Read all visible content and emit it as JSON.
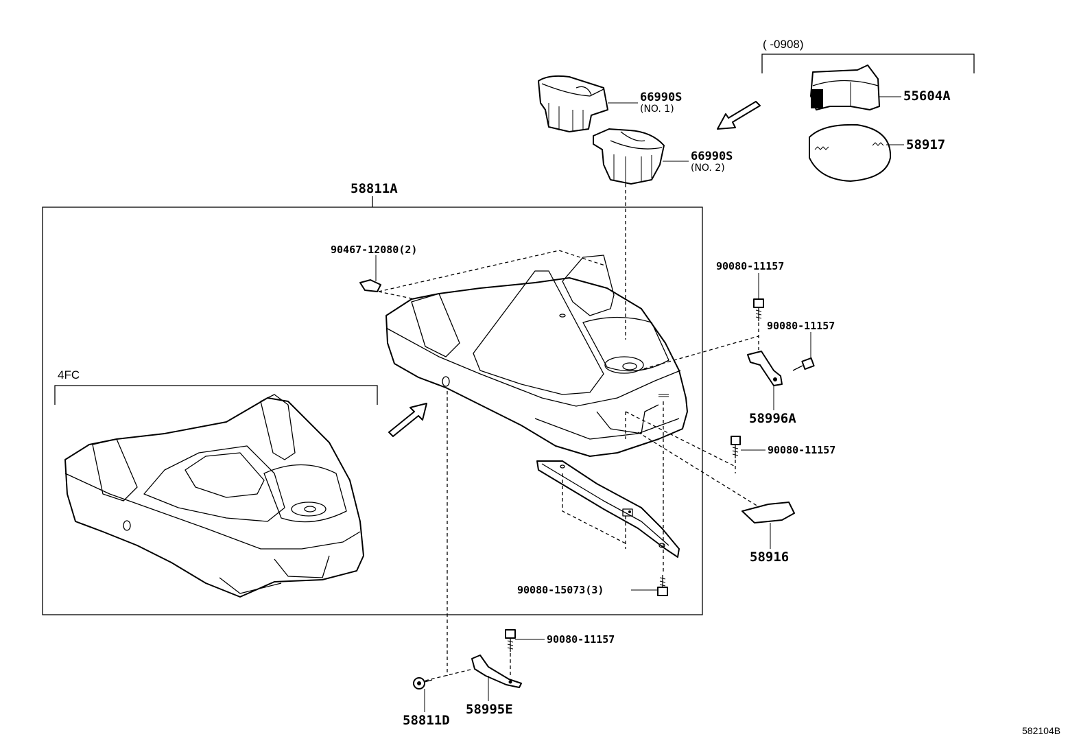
{
  "diagram_id": "582104B",
  "group_4fc": {
    "label": "4FC"
  },
  "group_0908": {
    "label": "(     -0908)"
  },
  "parts": [
    {
      "number": "58811A"
    },
    {
      "number": "66990S",
      "note": "(NO. 1)"
    },
    {
      "number": "66990S",
      "note": "(NO. 2)"
    },
    {
      "number": "55604A"
    },
    {
      "number": "58917"
    },
    {
      "number": "90467-12080(2)"
    },
    {
      "number": "90080-11157"
    },
    {
      "number": "90080-11157"
    },
    {
      "number": "58996A"
    },
    {
      "number": "90080-11157"
    },
    {
      "number": "58916"
    },
    {
      "number": "90080-15073(3)"
    },
    {
      "number": "90080-11157"
    },
    {
      "number": "58811D"
    },
    {
      "number": "58995E"
    }
  ]
}
